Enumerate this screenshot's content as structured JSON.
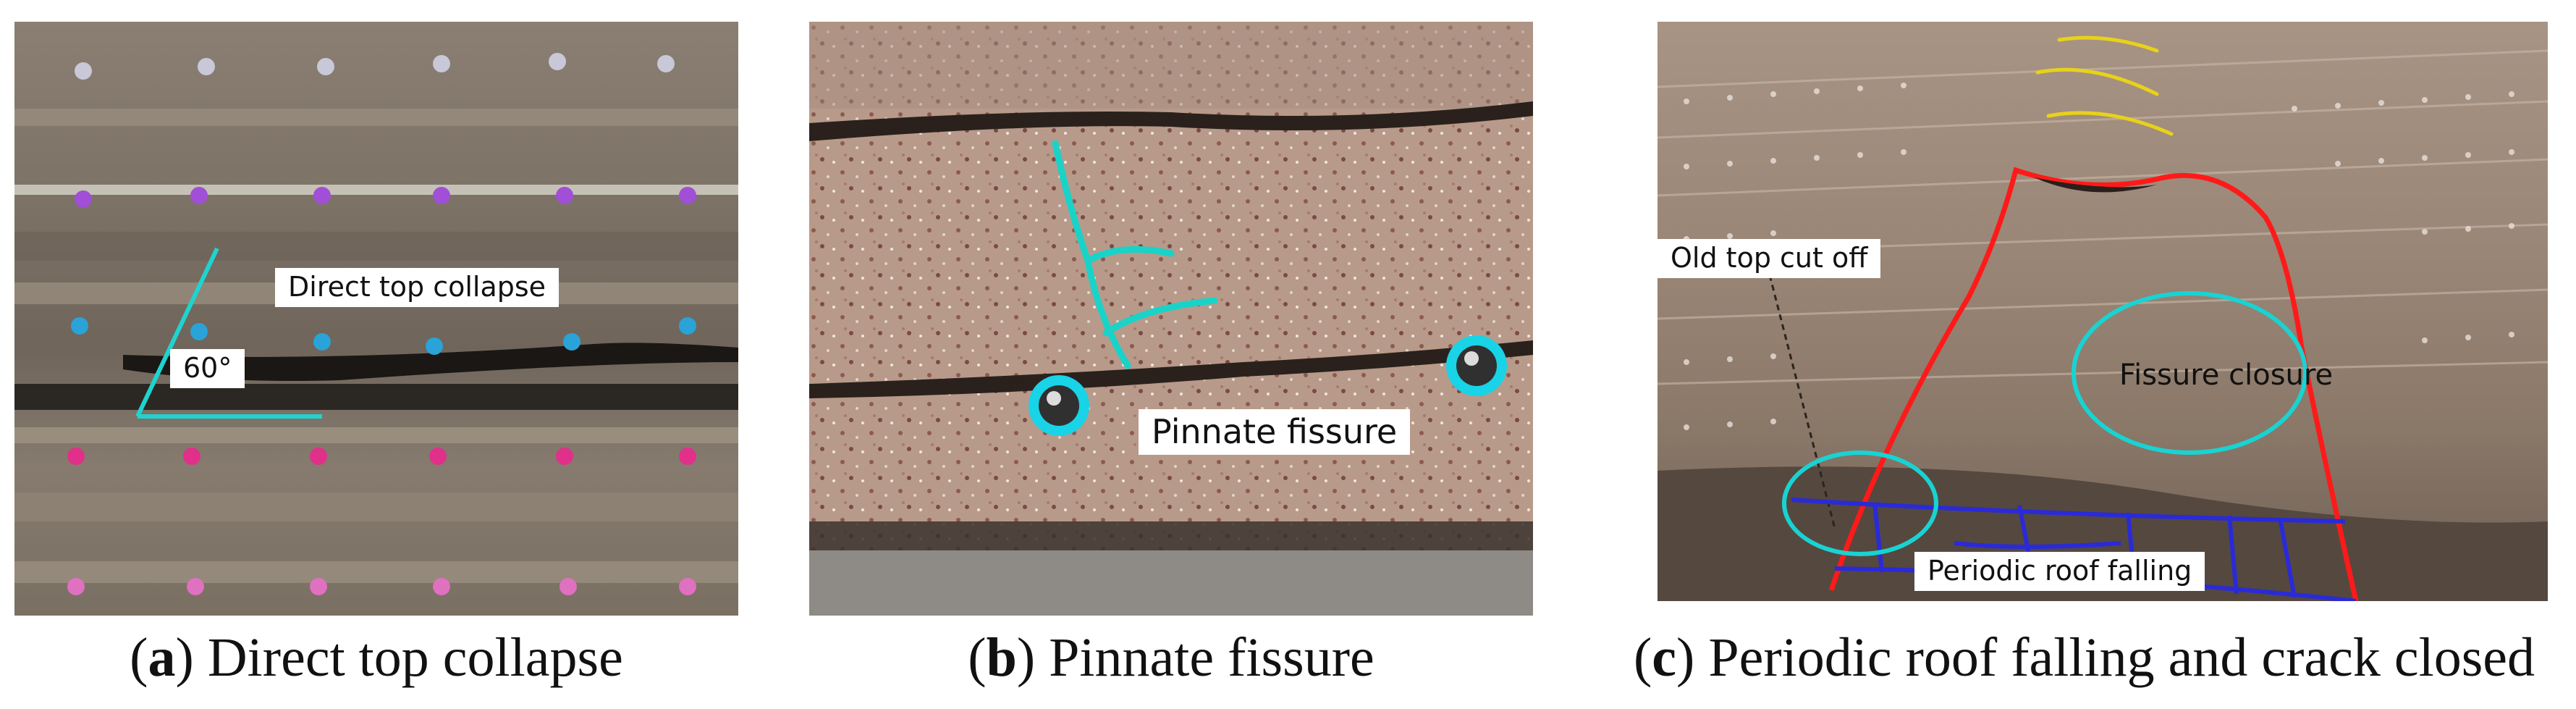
{
  "panels": [
    {
      "letter": "a",
      "caption": "Direct top collapse",
      "labels": {
        "collapse": "Direct top collapse",
        "angle": "60°"
      },
      "colors": {
        "angle_line": "#1fd3cf",
        "marker_row1": "#c8c8d8",
        "marker_row2": "#a04fd6",
        "marker_row3": "#2aa3d8",
        "marker_row4": "#e0308a",
        "marker_row5": "#e070c0"
      }
    },
    {
      "letter": "b",
      "caption": "Pinnate fissure",
      "labels": {
        "fissure": "Pinnate fissure"
      },
      "colors": {
        "fissure_trace": "#19d3c8",
        "marker_ring": "#19d3e6"
      }
    },
    {
      "letter": "c",
      "caption": "Periodic roof falling and crack closed",
      "labels": {
        "old_top": "Old top cut off",
        "closure": "Fissure closure",
        "roof": "Periodic roof falling"
      },
      "colors": {
        "collapse_outline": "#ff1a1a",
        "roof_blocks": "#2a2ad8",
        "ellipses": "#19d3d3",
        "top_traces": "#e8d21a"
      }
    }
  ]
}
